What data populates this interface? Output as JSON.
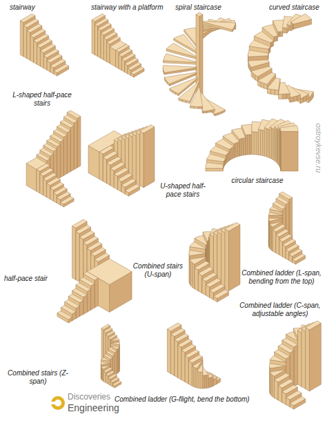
{
  "diagram": {
    "labels": [
      "stairway",
      "stairway with a platform",
      "spiral staircase",
      "curved staircase",
      "L-shaped half-pace stairs",
      "U-shaped half-pace stairs",
      "circular staircase",
      "ostroykevse.ru",
      "half-pace stair",
      "Combined stairs (U-span)",
      "Combined ladder (L-span, bending from the top)",
      "Combined ladder (C-span, adjustable angles)",
      "Combined stairs (Z-span)",
      "Discoveries",
      "Engineering",
      "Combined ladder (G-flight, bend the bottom)"
    ]
  }
}
